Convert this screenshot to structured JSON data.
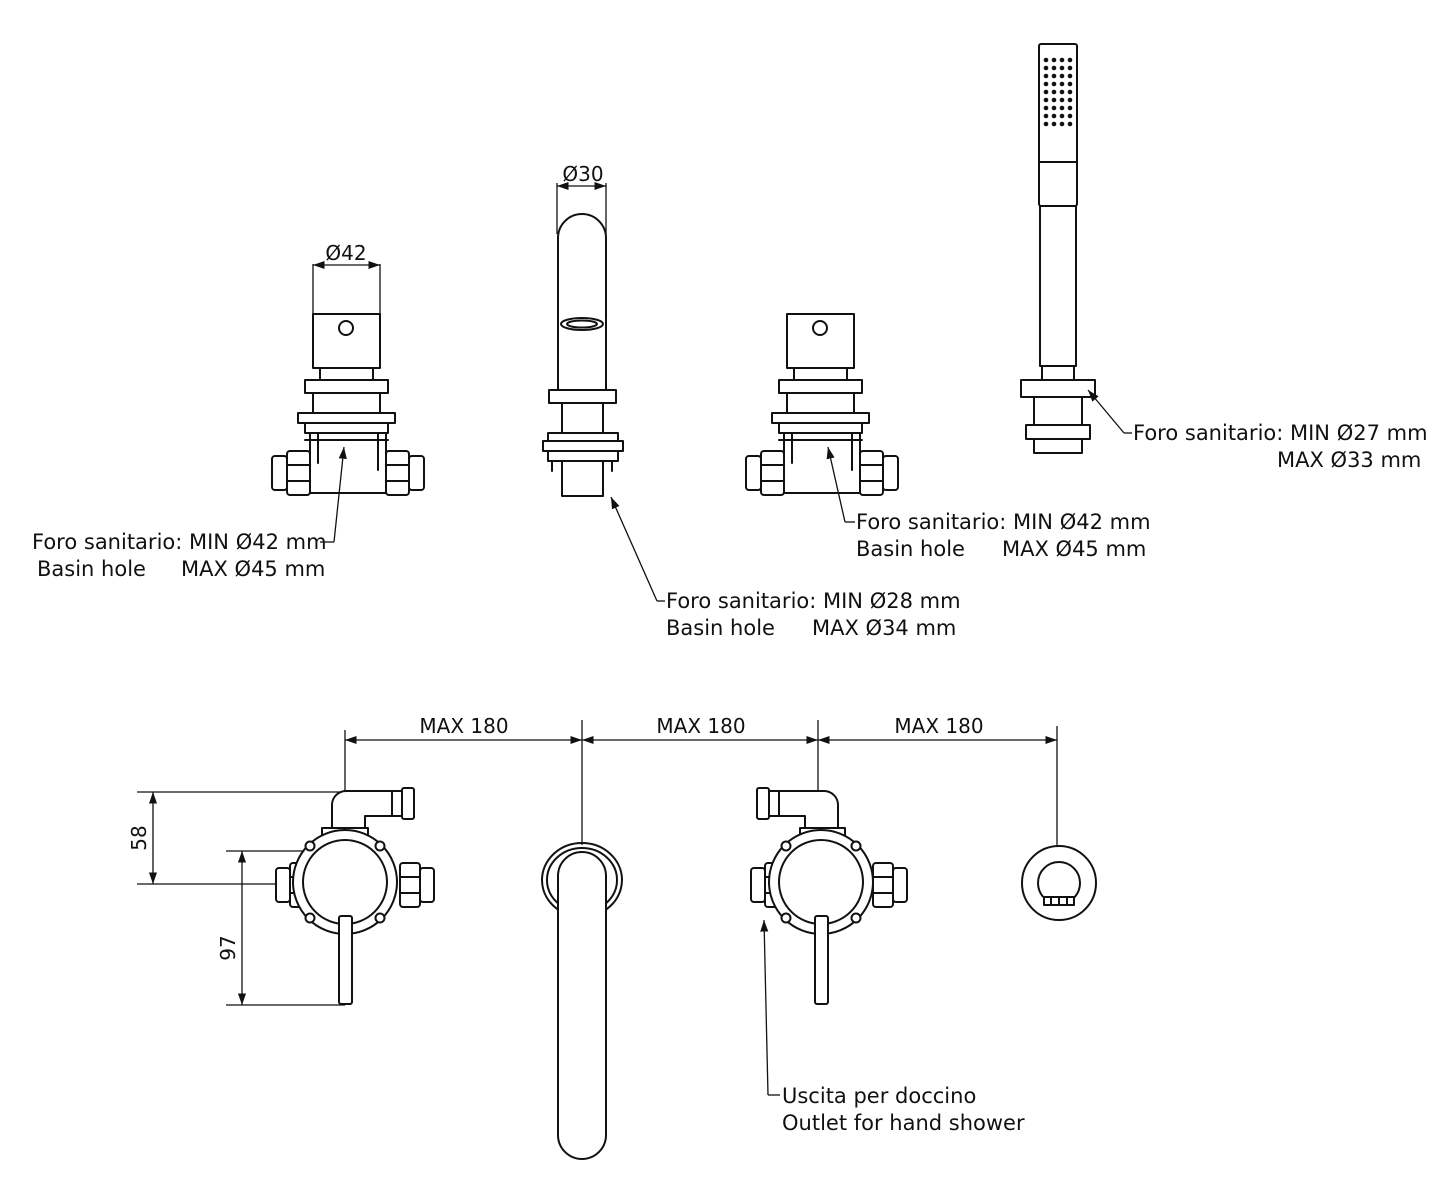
{
  "dimensions": {
    "d42": "Ø42",
    "d30": "Ø30",
    "max180_a": "MAX 180",
    "max180_b": "MAX 180",
    "max180_c": "MAX 180",
    "h58": "58",
    "h97": "97"
  },
  "labels": {
    "left_valve": {
      "line1": "Foro sanitario: MIN Ø42 mm",
      "line2_left": "Basin hole",
      "line2_right": "MAX Ø45 mm"
    },
    "spout": {
      "line1": "Foro sanitario: MIN Ø28 mm",
      "line2_left": "Basin hole",
      "line2_right": "MAX Ø34 mm"
    },
    "right_valve": {
      "line1": "Foro sanitario: MIN Ø42 mm",
      "line2_left": "Basin hole",
      "line2_right": "MAX Ø45 mm"
    },
    "hand_shower": {
      "line1": "Foro sanitario: MIN Ø27 mm",
      "line2": "MAX Ø33 mm"
    },
    "outlet": {
      "line1": "Uscita per doccino",
      "line2": "Outlet for hand shower"
    }
  },
  "colors": {
    "line": "#111111",
    "background": "#ffffff"
  }
}
